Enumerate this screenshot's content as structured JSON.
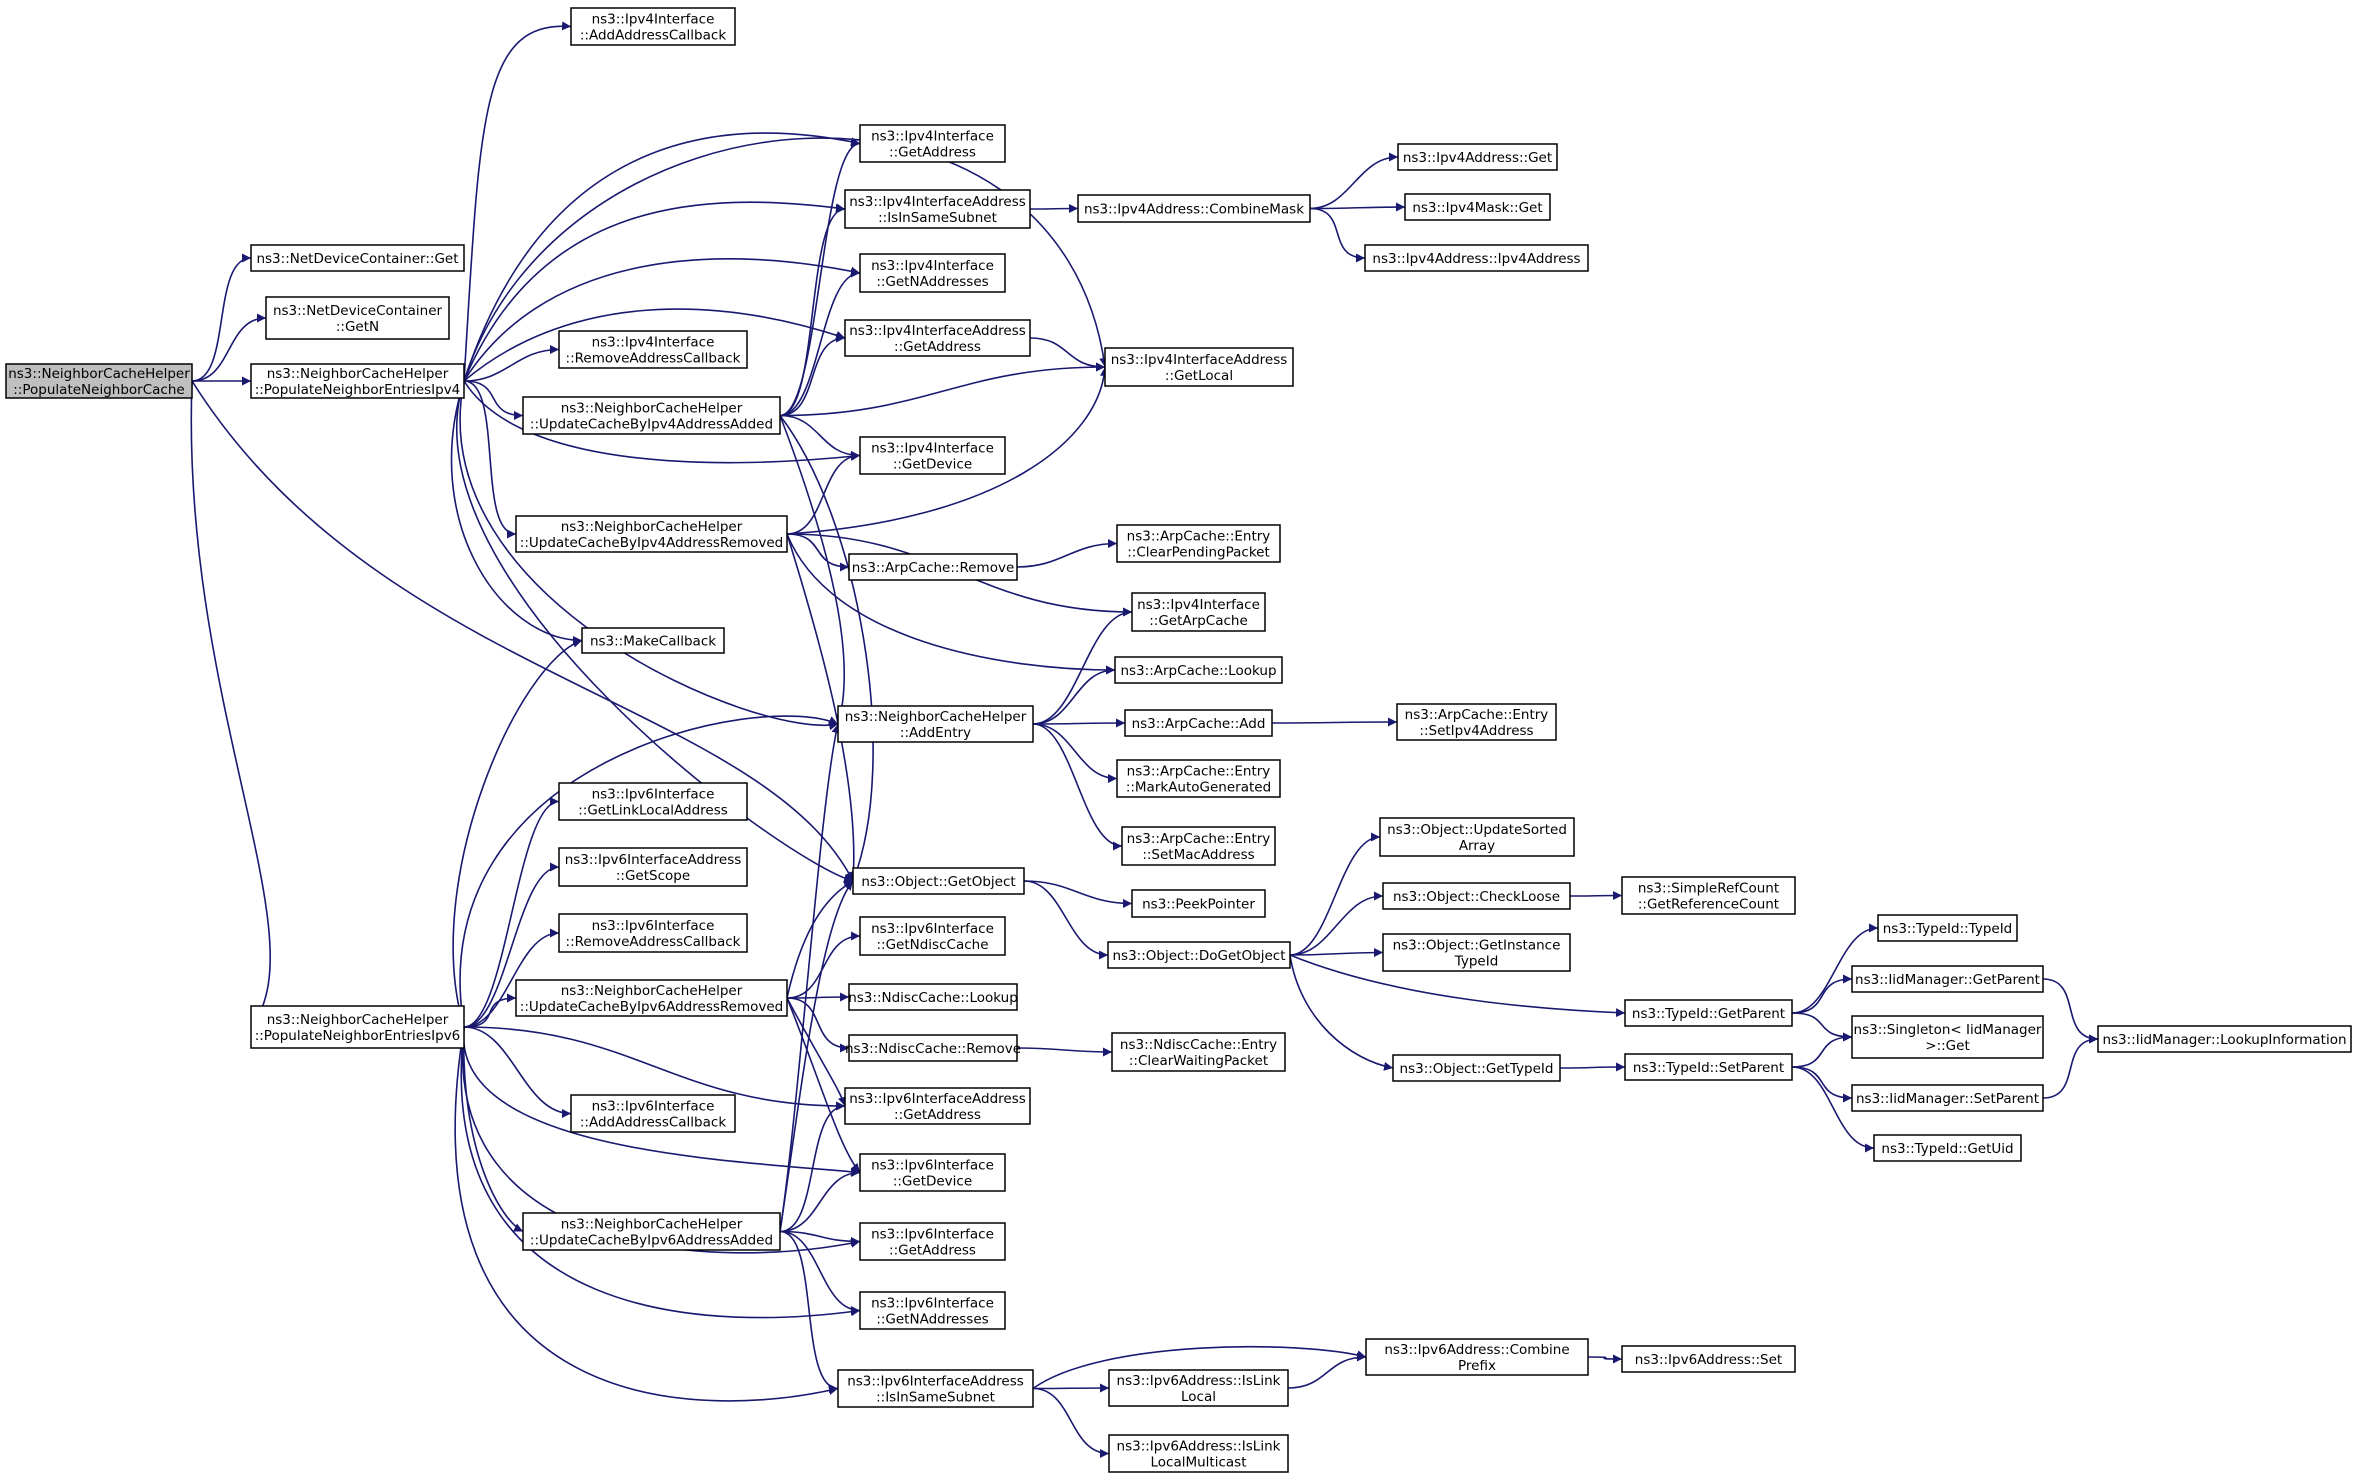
{
  "graph": {
    "edge_color": "#191970",
    "root_fill": "#bfbfbf",
    "node_stroke": "#000000",
    "nodes": [
      {
        "id": "populateCache",
        "lines": [
          "ns3::NeighborCacheHelper",
          "::PopulateNeighborCache"
        ],
        "root": true
      },
      {
        "id": "ndcGet",
        "lines": [
          "ns3::NetDeviceContainer::Get"
        ]
      },
      {
        "id": "ndcGetN",
        "lines": [
          "ns3::NetDeviceContainer",
          "::GetN"
        ]
      },
      {
        "id": "popIpv4",
        "lines": [
          "ns3::NeighborCacheHelper",
          "::PopulateNeighborEntriesIpv4"
        ]
      },
      {
        "id": "popIpv6",
        "lines": [
          "ns3::NeighborCacheHelper",
          "::PopulateNeighborEntriesIpv6"
        ]
      },
      {
        "id": "v4AddAddrCb",
        "lines": [
          "ns3::Ipv4Interface",
          "::AddAddressCallback"
        ]
      },
      {
        "id": "v4RemAddrCb",
        "lines": [
          "ns3::Ipv4Interface",
          "::RemoveAddressCallback"
        ]
      },
      {
        "id": "upd4Added",
        "lines": [
          "ns3::NeighborCacheHelper",
          "::UpdateCacheByIpv4AddressAdded"
        ]
      },
      {
        "id": "upd4Removed",
        "lines": [
          "ns3::NeighborCacheHelper",
          "::UpdateCacheByIpv4AddressRemoved"
        ]
      },
      {
        "id": "makeCallback",
        "lines": [
          "ns3::MakeCallback"
        ]
      },
      {
        "id": "v6LinkLocal",
        "lines": [
          "ns3::Ipv6Interface",
          "::GetLinkLocalAddress"
        ]
      },
      {
        "id": "v6AddrGetScope",
        "lines": [
          "ns3::Ipv6InterfaceAddress",
          "::GetScope"
        ]
      },
      {
        "id": "v6RemAddrCb",
        "lines": [
          "ns3::Ipv6Interface",
          "::RemoveAddressCallback"
        ]
      },
      {
        "id": "upd6Removed",
        "lines": [
          "ns3::NeighborCacheHelper",
          "::UpdateCacheByIpv6AddressRemoved"
        ]
      },
      {
        "id": "v6AddAddrCb",
        "lines": [
          "ns3::Ipv6Interface",
          "::AddAddressCallback"
        ]
      },
      {
        "id": "upd6Added",
        "lines": [
          "ns3::NeighborCacheHelper",
          "::UpdateCacheByIpv6AddressAdded"
        ]
      },
      {
        "id": "v4IfGetAddress",
        "lines": [
          "ns3::Ipv4Interface",
          "::GetAddress"
        ]
      },
      {
        "id": "v4IaIsInSameSubnet",
        "lines": [
          "ns3::Ipv4InterfaceAddress",
          "::IsInSameSubnet"
        ]
      },
      {
        "id": "v4IfGetNAddresses",
        "lines": [
          "ns3::Ipv4Interface",
          "::GetNAddresses"
        ]
      },
      {
        "id": "v4IaGetAddress",
        "lines": [
          "ns3::Ipv4InterfaceAddress",
          "::GetAddress"
        ]
      },
      {
        "id": "v4IfGetDevice",
        "lines": [
          "ns3::Ipv4Interface",
          "::GetDevice"
        ]
      },
      {
        "id": "arpRemove",
        "lines": [
          "ns3::ArpCache::Remove"
        ]
      },
      {
        "id": "addEntry",
        "lines": [
          "ns3::NeighborCacheHelper",
          "::AddEntry"
        ]
      },
      {
        "id": "objGetObject",
        "lines": [
          "ns3::Object::GetObject"
        ]
      },
      {
        "id": "v6IfGetNdiscCache",
        "lines": [
          "ns3::Ipv6Interface",
          "::GetNdiscCache"
        ]
      },
      {
        "id": "ndiscLookup",
        "lines": [
          "ns3::NdiscCache::Lookup"
        ]
      },
      {
        "id": "ndiscRemove",
        "lines": [
          "ns3::NdiscCache::Remove"
        ]
      },
      {
        "id": "v6IaGetAddress",
        "lines": [
          "ns3::Ipv6InterfaceAddress",
          "::GetAddress"
        ]
      },
      {
        "id": "v6IfGetDevice",
        "lines": [
          "ns3::Ipv6Interface",
          "::GetDevice"
        ]
      },
      {
        "id": "v6IfGetAddress",
        "lines": [
          "ns3::Ipv6Interface",
          "::GetAddress"
        ]
      },
      {
        "id": "v6IfGetNAddresses",
        "lines": [
          "ns3::Ipv6Interface",
          "::GetNAddresses"
        ]
      },
      {
        "id": "v6IaIsInSameSubnet",
        "lines": [
          "ns3::Ipv6InterfaceAddress",
          "::IsInSameSubnet"
        ]
      },
      {
        "id": "v4CombineMask",
        "lines": [
          "ns3::Ipv4Address::CombineMask"
        ]
      },
      {
        "id": "v4IaGetLocal",
        "lines": [
          "ns3::Ipv4InterfaceAddress",
          "::GetLocal"
        ]
      },
      {
        "id": "arpEntryClearPending",
        "lines": [
          "ns3::ArpCache::Entry",
          "::ClearPendingPacket"
        ]
      },
      {
        "id": "v4IfGetArpCache",
        "lines": [
          "ns3::Ipv4Interface",
          "::GetArpCache"
        ]
      },
      {
        "id": "arpLookup",
        "lines": [
          "ns3::ArpCache::Lookup"
        ]
      },
      {
        "id": "arpAdd",
        "lines": [
          "ns3::ArpCache::Add"
        ]
      },
      {
        "id": "arpEntryMarkAuto",
        "lines": [
          "ns3::ArpCache::Entry",
          "::MarkAutoGenerated"
        ]
      },
      {
        "id": "arpEntrySetMac",
        "lines": [
          "ns3::ArpCache::Entry",
          "::SetMacAddress"
        ]
      },
      {
        "id": "peekPointer",
        "lines": [
          "ns3::PeekPointer"
        ]
      },
      {
        "id": "objDoGetObject",
        "lines": [
          "ns3::Object::DoGetObject"
        ]
      },
      {
        "id": "ndiscEntryClearWaiting",
        "lines": [
          "ns3::NdiscCache::Entry",
          "::ClearWaitingPacket"
        ]
      },
      {
        "id": "v6IsLinkLocal",
        "lines": [
          "ns3::Ipv6Address::IsLink",
          "Local"
        ]
      },
      {
        "id": "v6IsLinkLocalMc",
        "lines": [
          "ns3::Ipv6Address::IsLink",
          "LocalMulticast"
        ]
      },
      {
        "id": "v4AddrGet",
        "lines": [
          "ns3::Ipv4Address::Get"
        ]
      },
      {
        "id": "v4MaskGet",
        "lines": [
          "ns3::Ipv4Mask::Get"
        ]
      },
      {
        "id": "v4AddrCtor",
        "lines": [
          "ns3::Ipv4Address::Ipv4Address"
        ]
      },
      {
        "id": "arpEntrySetIpv4",
        "lines": [
          "ns3::ArpCache::Entry",
          "::SetIpv4Address"
        ]
      },
      {
        "id": "objUpdateSorted",
        "lines": [
          "ns3::Object::UpdateSorted",
          "Array"
        ]
      },
      {
        "id": "objCheckLoose",
        "lines": [
          "ns3::Object::CheckLoose"
        ]
      },
      {
        "id": "objGetInstanceTypeId",
        "lines": [
          "ns3::Object::GetInstance",
          "TypeId"
        ]
      },
      {
        "id": "objGetTypeId",
        "lines": [
          "ns3::Object::GetTypeId"
        ]
      },
      {
        "id": "v6CombinePrefix",
        "lines": [
          "ns3::Ipv6Address::Combine",
          "Prefix"
        ]
      },
      {
        "id": "simpleRefCount",
        "lines": [
          "ns3::SimpleRefCount",
          "::GetReferenceCount"
        ]
      },
      {
        "id": "typeIdGetParent",
        "lines": [
          "ns3::TypeId::GetParent"
        ]
      },
      {
        "id": "typeIdSetParent",
        "lines": [
          "ns3::TypeId::SetParent"
        ]
      },
      {
        "id": "v6AddrSet",
        "lines": [
          "ns3::Ipv6Address::Set"
        ]
      },
      {
        "id": "typeIdTypeId",
        "lines": [
          "ns3::TypeId::TypeId"
        ]
      },
      {
        "id": "iidGetParent",
        "lines": [
          "ns3::IidManager::GetParent"
        ]
      },
      {
        "id": "singletonGet",
        "lines": [
          "ns3::Singleton< IidManager",
          " >::Get"
        ]
      },
      {
        "id": "iidSetParent",
        "lines": [
          "ns3::IidManager::SetParent"
        ]
      },
      {
        "id": "typeIdGetUid",
        "lines": [
          "ns3::TypeId::GetUid"
        ]
      },
      {
        "id": "iidLookupInfo",
        "lines": [
          "ns3::IidManager::LookupInformation"
        ]
      }
    ],
    "edges": [
      [
        "populateCache",
        "ndcGet"
      ],
      [
        "populateCache",
        "ndcGetN"
      ],
      [
        "populateCache",
        "popIpv4"
      ],
      [
        "populateCache",
        "popIpv6"
      ],
      [
        "populateCache",
        "objGetObject"
      ],
      [
        "popIpv4",
        "v4AddAddrCb"
      ],
      [
        "popIpv4",
        "v4IaGetLocal"
      ],
      [
        "popIpv4",
        "v4IfGetAddress"
      ],
      [
        "popIpv4",
        "v4IaIsInSameSubnet"
      ],
      [
        "popIpv4",
        "v4IfGetNAddresses"
      ],
      [
        "popIpv4",
        "v4IaGetAddress"
      ],
      [
        "popIpv4",
        "v4RemAddrCb"
      ],
      [
        "popIpv4",
        "upd4Added"
      ],
      [
        "popIpv4",
        "v4IfGetDevice"
      ],
      [
        "popIpv4",
        "upd4Removed"
      ],
      [
        "popIpv4",
        "makeCallback"
      ],
      [
        "popIpv4",
        "addEntry"
      ],
      [
        "popIpv4",
        "objGetObject"
      ],
      [
        "upd4Added",
        "v4IfGetAddress"
      ],
      [
        "upd4Added",
        "v4IaIsInSameSubnet"
      ],
      [
        "upd4Added",
        "v4IfGetNAddresses"
      ],
      [
        "upd4Added",
        "v4IaGetAddress"
      ],
      [
        "upd4Added",
        "v4IaGetLocal"
      ],
      [
        "upd4Added",
        "v4IfGetDevice"
      ],
      [
        "upd4Added",
        "addEntry"
      ],
      [
        "upd4Added",
        "objGetObject"
      ],
      [
        "upd4Removed",
        "v4IfGetDevice"
      ],
      [
        "upd4Removed",
        "v4IaGetLocal"
      ],
      [
        "upd4Removed",
        "arpRemove"
      ],
      [
        "upd4Removed",
        "v4IfGetArpCache"
      ],
      [
        "upd4Removed",
        "arpLookup"
      ],
      [
        "upd4Removed",
        "objGetObject"
      ],
      [
        "v4IaIsInSameSubnet",
        "v4CombineMask"
      ],
      [
        "v4IaGetAddress",
        "v4IaGetLocal"
      ],
      [
        "v4CombineMask",
        "v4AddrGet"
      ],
      [
        "v4CombineMask",
        "v4MaskGet"
      ],
      [
        "v4CombineMask",
        "v4AddrCtor"
      ],
      [
        "arpRemove",
        "arpEntryClearPending"
      ],
      [
        "addEntry",
        "v4IfGetArpCache"
      ],
      [
        "addEntry",
        "arpLookup"
      ],
      [
        "addEntry",
        "arpAdd"
      ],
      [
        "addEntry",
        "arpEntryMarkAuto"
      ],
      [
        "addEntry",
        "arpEntrySetMac"
      ],
      [
        "arpAdd",
        "arpEntrySetIpv4"
      ],
      [
        "objGetObject",
        "peekPointer"
      ],
      [
        "objGetObject",
        "objDoGetObject"
      ],
      [
        "objDoGetObject",
        "objUpdateSorted"
      ],
      [
        "objDoGetObject",
        "objCheckLoose"
      ],
      [
        "objDoGetObject",
        "objGetInstanceTypeId"
      ],
      [
        "objDoGetObject",
        "typeIdGetParent"
      ],
      [
        "objDoGetObject",
        "objGetTypeId"
      ],
      [
        "objCheckLoose",
        "simpleRefCount"
      ],
      [
        "objGetTypeId",
        "typeIdSetParent"
      ],
      [
        "typeIdGetParent",
        "typeIdTypeId"
      ],
      [
        "typeIdGetParent",
        "iidGetParent"
      ],
      [
        "typeIdGetParent",
        "singletonGet"
      ],
      [
        "typeIdSetParent",
        "singletonGet"
      ],
      [
        "typeIdSetParent",
        "iidSetParent"
      ],
      [
        "typeIdSetParent",
        "typeIdGetUid"
      ],
      [
        "iidGetParent",
        "iidLookupInfo"
      ],
      [
        "iidSetParent",
        "iidLookupInfo"
      ],
      [
        "popIpv6",
        "makeCallback"
      ],
      [
        "popIpv6",
        "addEntry"
      ],
      [
        "popIpv6",
        "v6LinkLocal"
      ],
      [
        "popIpv6",
        "v6AddrGetScope"
      ],
      [
        "popIpv6",
        "v6RemAddrCb"
      ],
      [
        "popIpv6",
        "upd6Removed"
      ],
      [
        "popIpv6",
        "v6IaGetAddress"
      ],
      [
        "popIpv6",
        "v6AddAddrCb"
      ],
      [
        "popIpv6",
        "v6IfGetDevice"
      ],
      [
        "popIpv6",
        "upd6Added"
      ],
      [
        "popIpv6",
        "v6IfGetAddress"
      ],
      [
        "popIpv6",
        "v6IfGetNAddresses"
      ],
      [
        "popIpv6",
        "v6IaIsInSameSubnet"
      ],
      [
        "upd6Removed",
        "objGetObject"
      ],
      [
        "upd6Removed",
        "v6IfGetNdiscCache"
      ],
      [
        "upd6Removed",
        "ndiscLookup"
      ],
      [
        "upd6Removed",
        "ndiscRemove"
      ],
      [
        "upd6Removed",
        "v6IaGetAddress"
      ],
      [
        "upd6Removed",
        "v6IfGetDevice"
      ],
      [
        "ndiscRemove",
        "ndiscEntryClearWaiting"
      ],
      [
        "upd6Added",
        "addEntry"
      ],
      [
        "upd6Added",
        "objGetObject"
      ],
      [
        "upd6Added",
        "v6IaGetAddress"
      ],
      [
        "upd6Added",
        "v6IfGetDevice"
      ],
      [
        "upd6Added",
        "v6IfGetAddress"
      ],
      [
        "upd6Added",
        "v6IfGetNAddresses"
      ],
      [
        "upd6Added",
        "v6IaIsInSameSubnet"
      ],
      [
        "v6IaIsInSameSubnet",
        "v6CombinePrefix"
      ],
      [
        "v6IaIsInSameSubnet",
        "v6IsLinkLocal"
      ],
      [
        "v6IaIsInSameSubnet",
        "v6IsLinkLocalMc"
      ],
      [
        "v6IsLinkLocal",
        "v6CombinePrefix"
      ],
      [
        "v6CombinePrefix",
        "v6AddrSet"
      ]
    ]
  }
}
